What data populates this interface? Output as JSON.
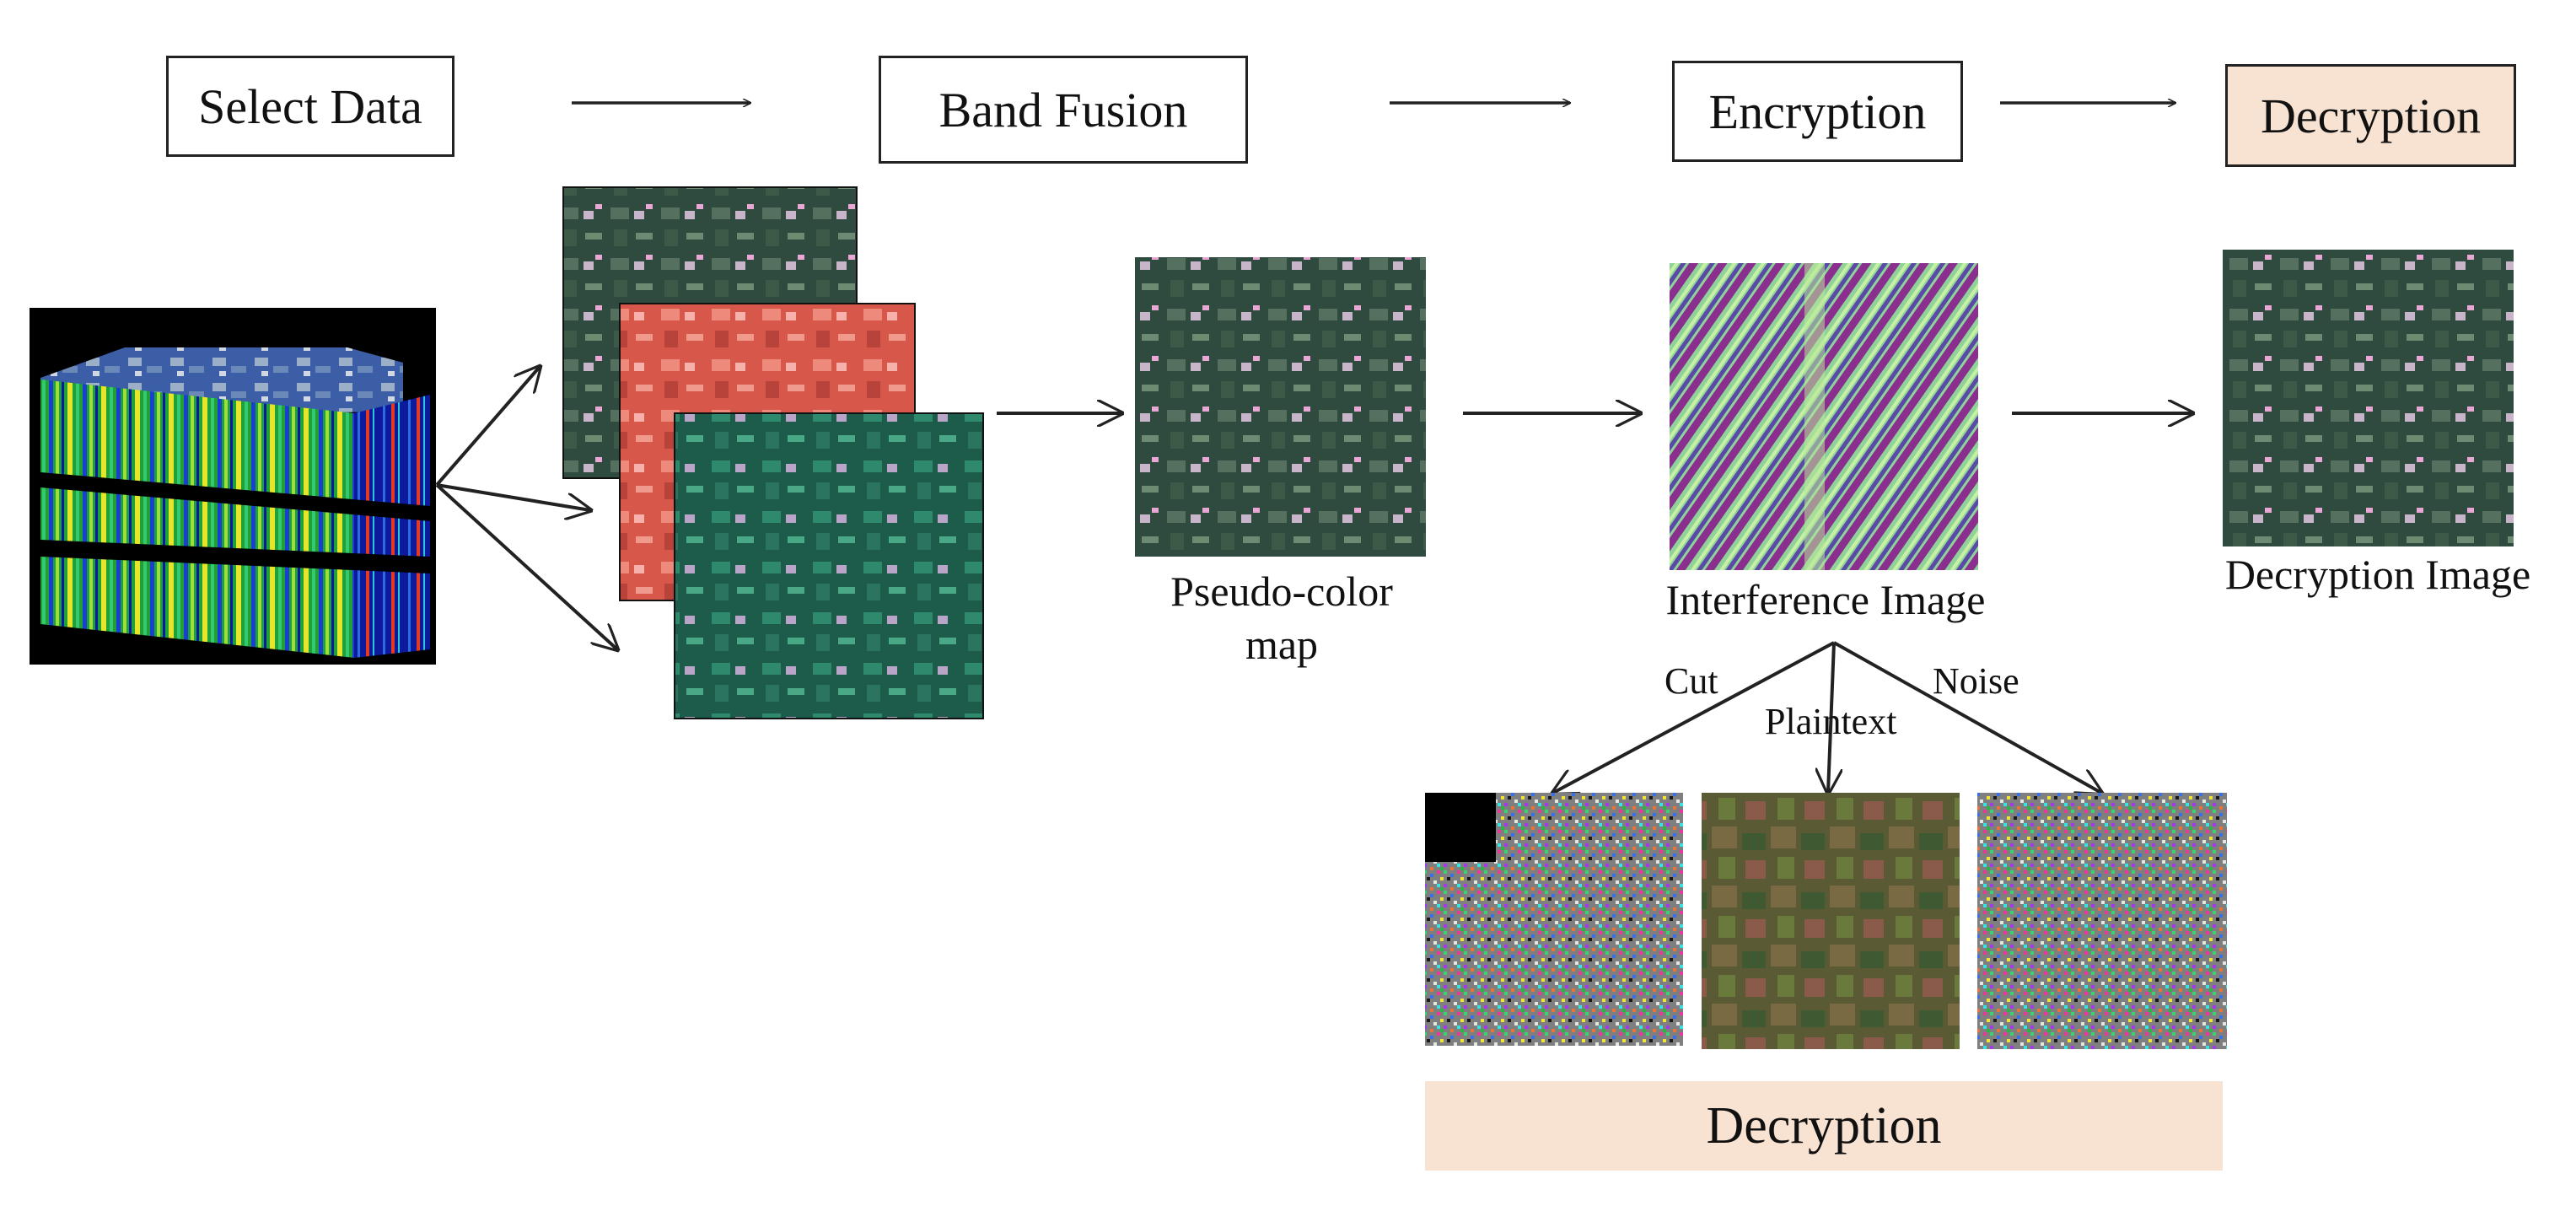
{
  "steps": {
    "select": "Select Data",
    "fusion": "Band Fusion",
    "encryption": "Encryption",
    "decryption": "Decryption"
  },
  "captions": {
    "pseudo_line1": "Pseudo-color",
    "pseudo_line2": "map",
    "interference": "Interference Image",
    "decrypted": "Decryption Image"
  },
  "branches": {
    "cut": "Cut",
    "plaintext": "Plaintext",
    "noise": "Noise"
  },
  "bottom_banner": "Decryption",
  "colors": {
    "highlight_fill": "#f8e2d2",
    "box_border": "#222222",
    "arrow": "#222222"
  }
}
